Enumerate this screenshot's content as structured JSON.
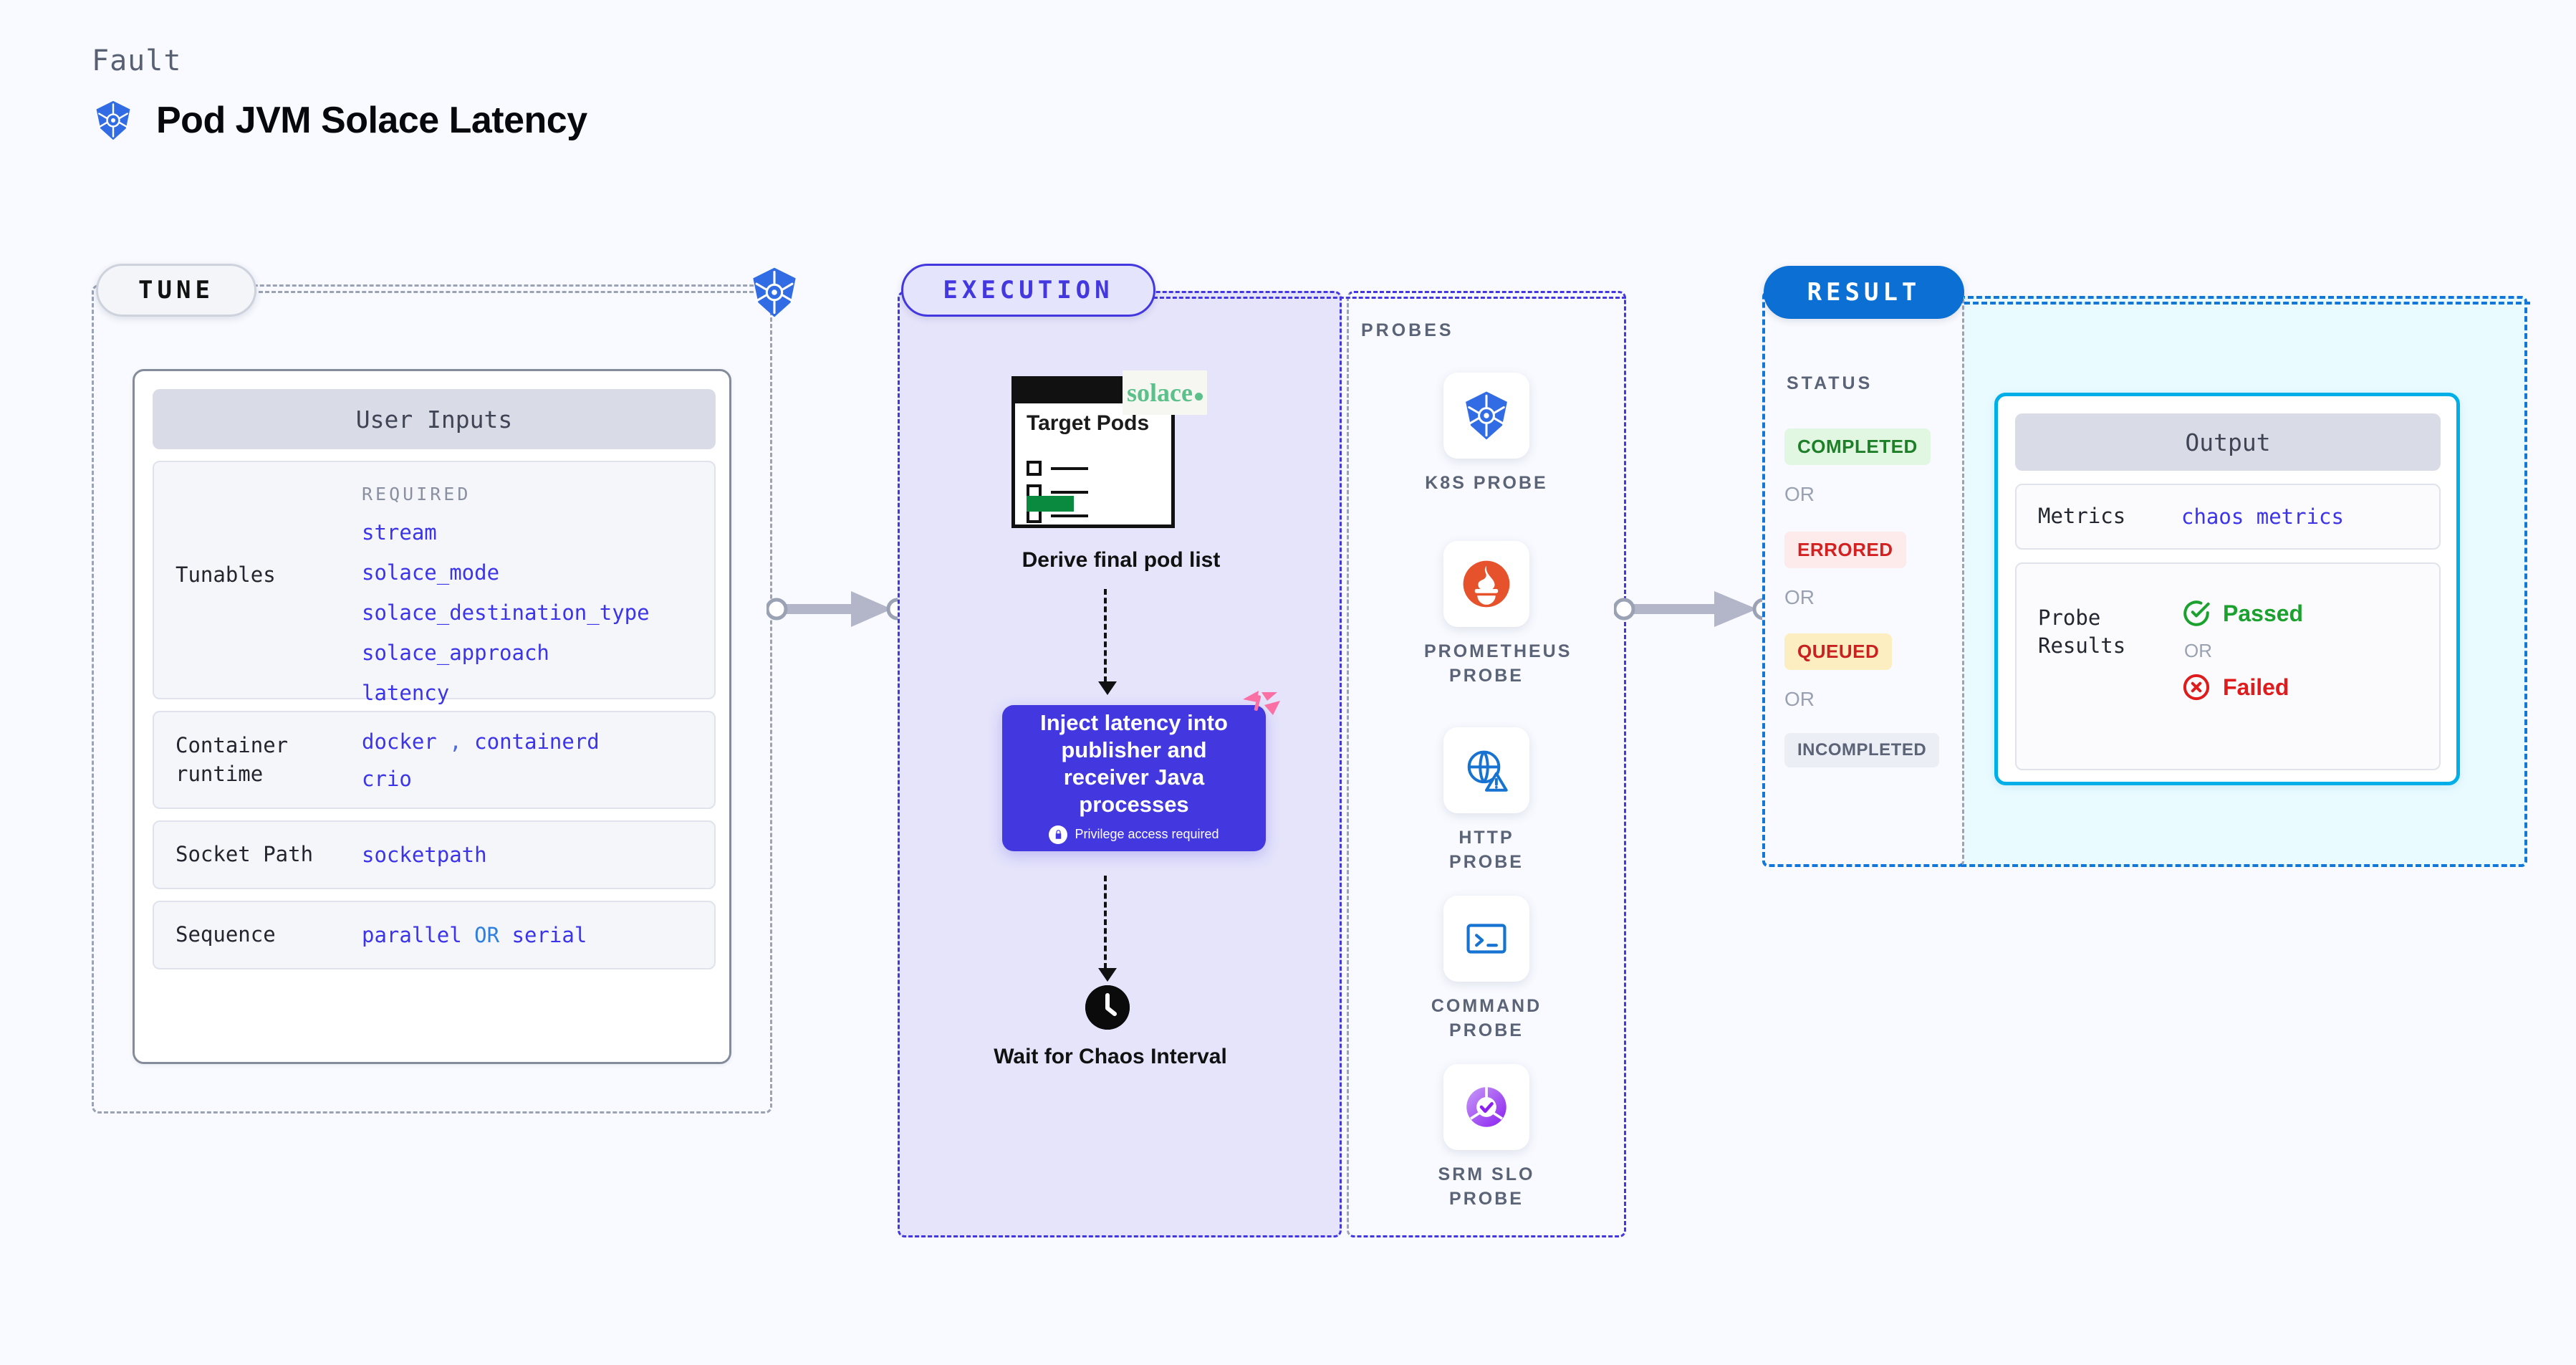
{
  "header": {
    "kicker": "Fault",
    "title": "Pod JVM Solace Latency",
    "icon": "kubernetes-icon"
  },
  "stages": {
    "tune": {
      "pill": "TUNE"
    },
    "execution": {
      "pill": "EXECUTION"
    },
    "result": {
      "pill": "RESULT"
    }
  },
  "tune": {
    "card_title": "User Inputs",
    "rows": [
      {
        "label": "Tunables",
        "required_tag": "REQUIRED",
        "values": [
          "stream",
          "solace_mode",
          "solace_destination_type",
          "solace_approach",
          "latency"
        ]
      },
      {
        "label": "Container runtime",
        "values": [
          "docker",
          "containerd",
          "crio"
        ],
        "separator": ","
      },
      {
        "label": "Socket Path",
        "values": [
          "socketpath"
        ]
      },
      {
        "label": "Sequence",
        "values": [
          "parallel",
          "serial"
        ],
        "separator": "OR"
      }
    ]
  },
  "execution": {
    "doc": {
      "title": "Target Pods",
      "vendor_badge": "solace",
      "checkbox_count": 3
    },
    "derive_label": "Derive final pod list",
    "inject_card": {
      "text": "Inject latency into publisher and receiver Java processes",
      "privilege_note": "Privilege access required",
      "logo": "harness-logo"
    },
    "wait_label": "Wait for Chaos Interval",
    "probes_heading": "PROBES",
    "probes": [
      {
        "label": "K8S PROBE",
        "icon": "kubernetes-icon"
      },
      {
        "label": "PROMETHEUS PROBE",
        "icon": "prometheus-icon"
      },
      {
        "label": "HTTP PROBE",
        "icon": "http-globe-warning-icon"
      },
      {
        "label": "COMMAND PROBE",
        "icon": "terminal-icon"
      },
      {
        "label": "SRM SLO PROBE",
        "icon": "srm-slo-icon"
      }
    ]
  },
  "result": {
    "status_heading": "STATUS",
    "or_label": "OR",
    "statuses": [
      {
        "label": "COMPLETED",
        "bg": "#e2f7e1",
        "fg": "#1d8029"
      },
      {
        "label": "ERRORED",
        "bg": "#fdeaea",
        "fg": "#d32020"
      },
      {
        "label": "QUEUED",
        "bg": "#fdeec2",
        "fg": "#c92020"
      },
      {
        "label": "INCOMPLETED",
        "bg": "#eceef5",
        "fg": "#5b6377"
      }
    ],
    "output": {
      "card_title": "Output",
      "rows": [
        {
          "label": "Metrics",
          "value": "chaos metrics"
        },
        {
          "label": "Probe Results",
          "pass_label": "Passed",
          "or_label": "OR",
          "fail_label": "Failed"
        }
      ]
    }
  },
  "colors": {
    "background": "#f8faff",
    "tune_border": "#9aa2b4",
    "execution_accent": "#4338e0",
    "result_accent": "#1277d6",
    "output_accent": "#00aee8",
    "value_text": "#3b34e8",
    "kubernetes_blue": "#326ce5",
    "prometheus_orange": "#e6522c",
    "solace_green": "#5cc08a",
    "harness_pink": "#fb70a4"
  }
}
